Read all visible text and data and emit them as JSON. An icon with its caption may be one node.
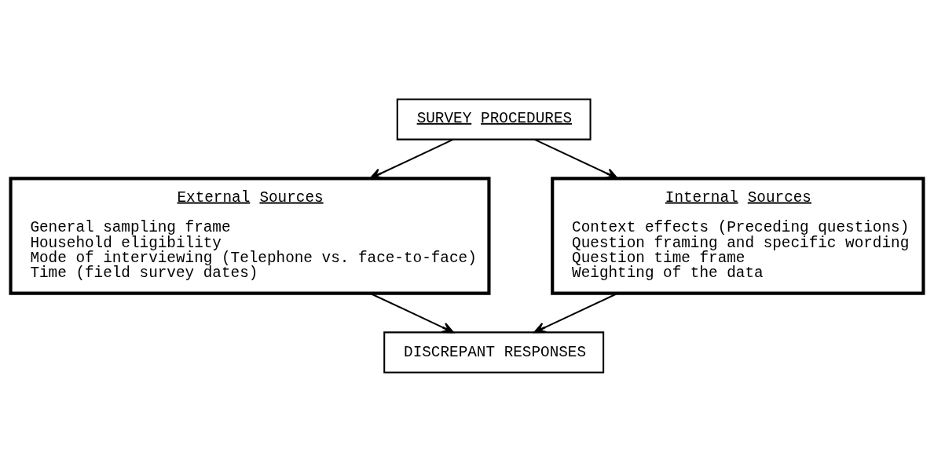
{
  "diagram": {
    "nodes": [
      {
        "text": [
          "SURVEY PROCEDURES"
        ]
      },
      {
        "text": [
          "External Sources",
          "General sampling frame",
          "Household eligibility",
          "Mode of interviewing (Telephone vs. face-to-face)",
          "Time (field survey dates)"
        ]
      },
      {
        "text": [
          "Internal Sources",
          "Context effects (Preceding questions)",
          "Question framing and specific wording",
          "Question time frame",
          "Weighting of the data"
        ]
      },
      {
        "text": [
          "DISCREPANT RESPONSES"
        ]
      }
    ],
    "edges": [
      {
        "from": 0,
        "to": 1,
        "arrow": "to"
      },
      {
        "from": 0,
        "to": 2,
        "arrow": "to"
      },
      {
        "from": 1,
        "to": 3,
        "arrow": "to"
      },
      {
        "from": 2,
        "to": 3,
        "arrow": "to"
      }
    ]
  }
}
